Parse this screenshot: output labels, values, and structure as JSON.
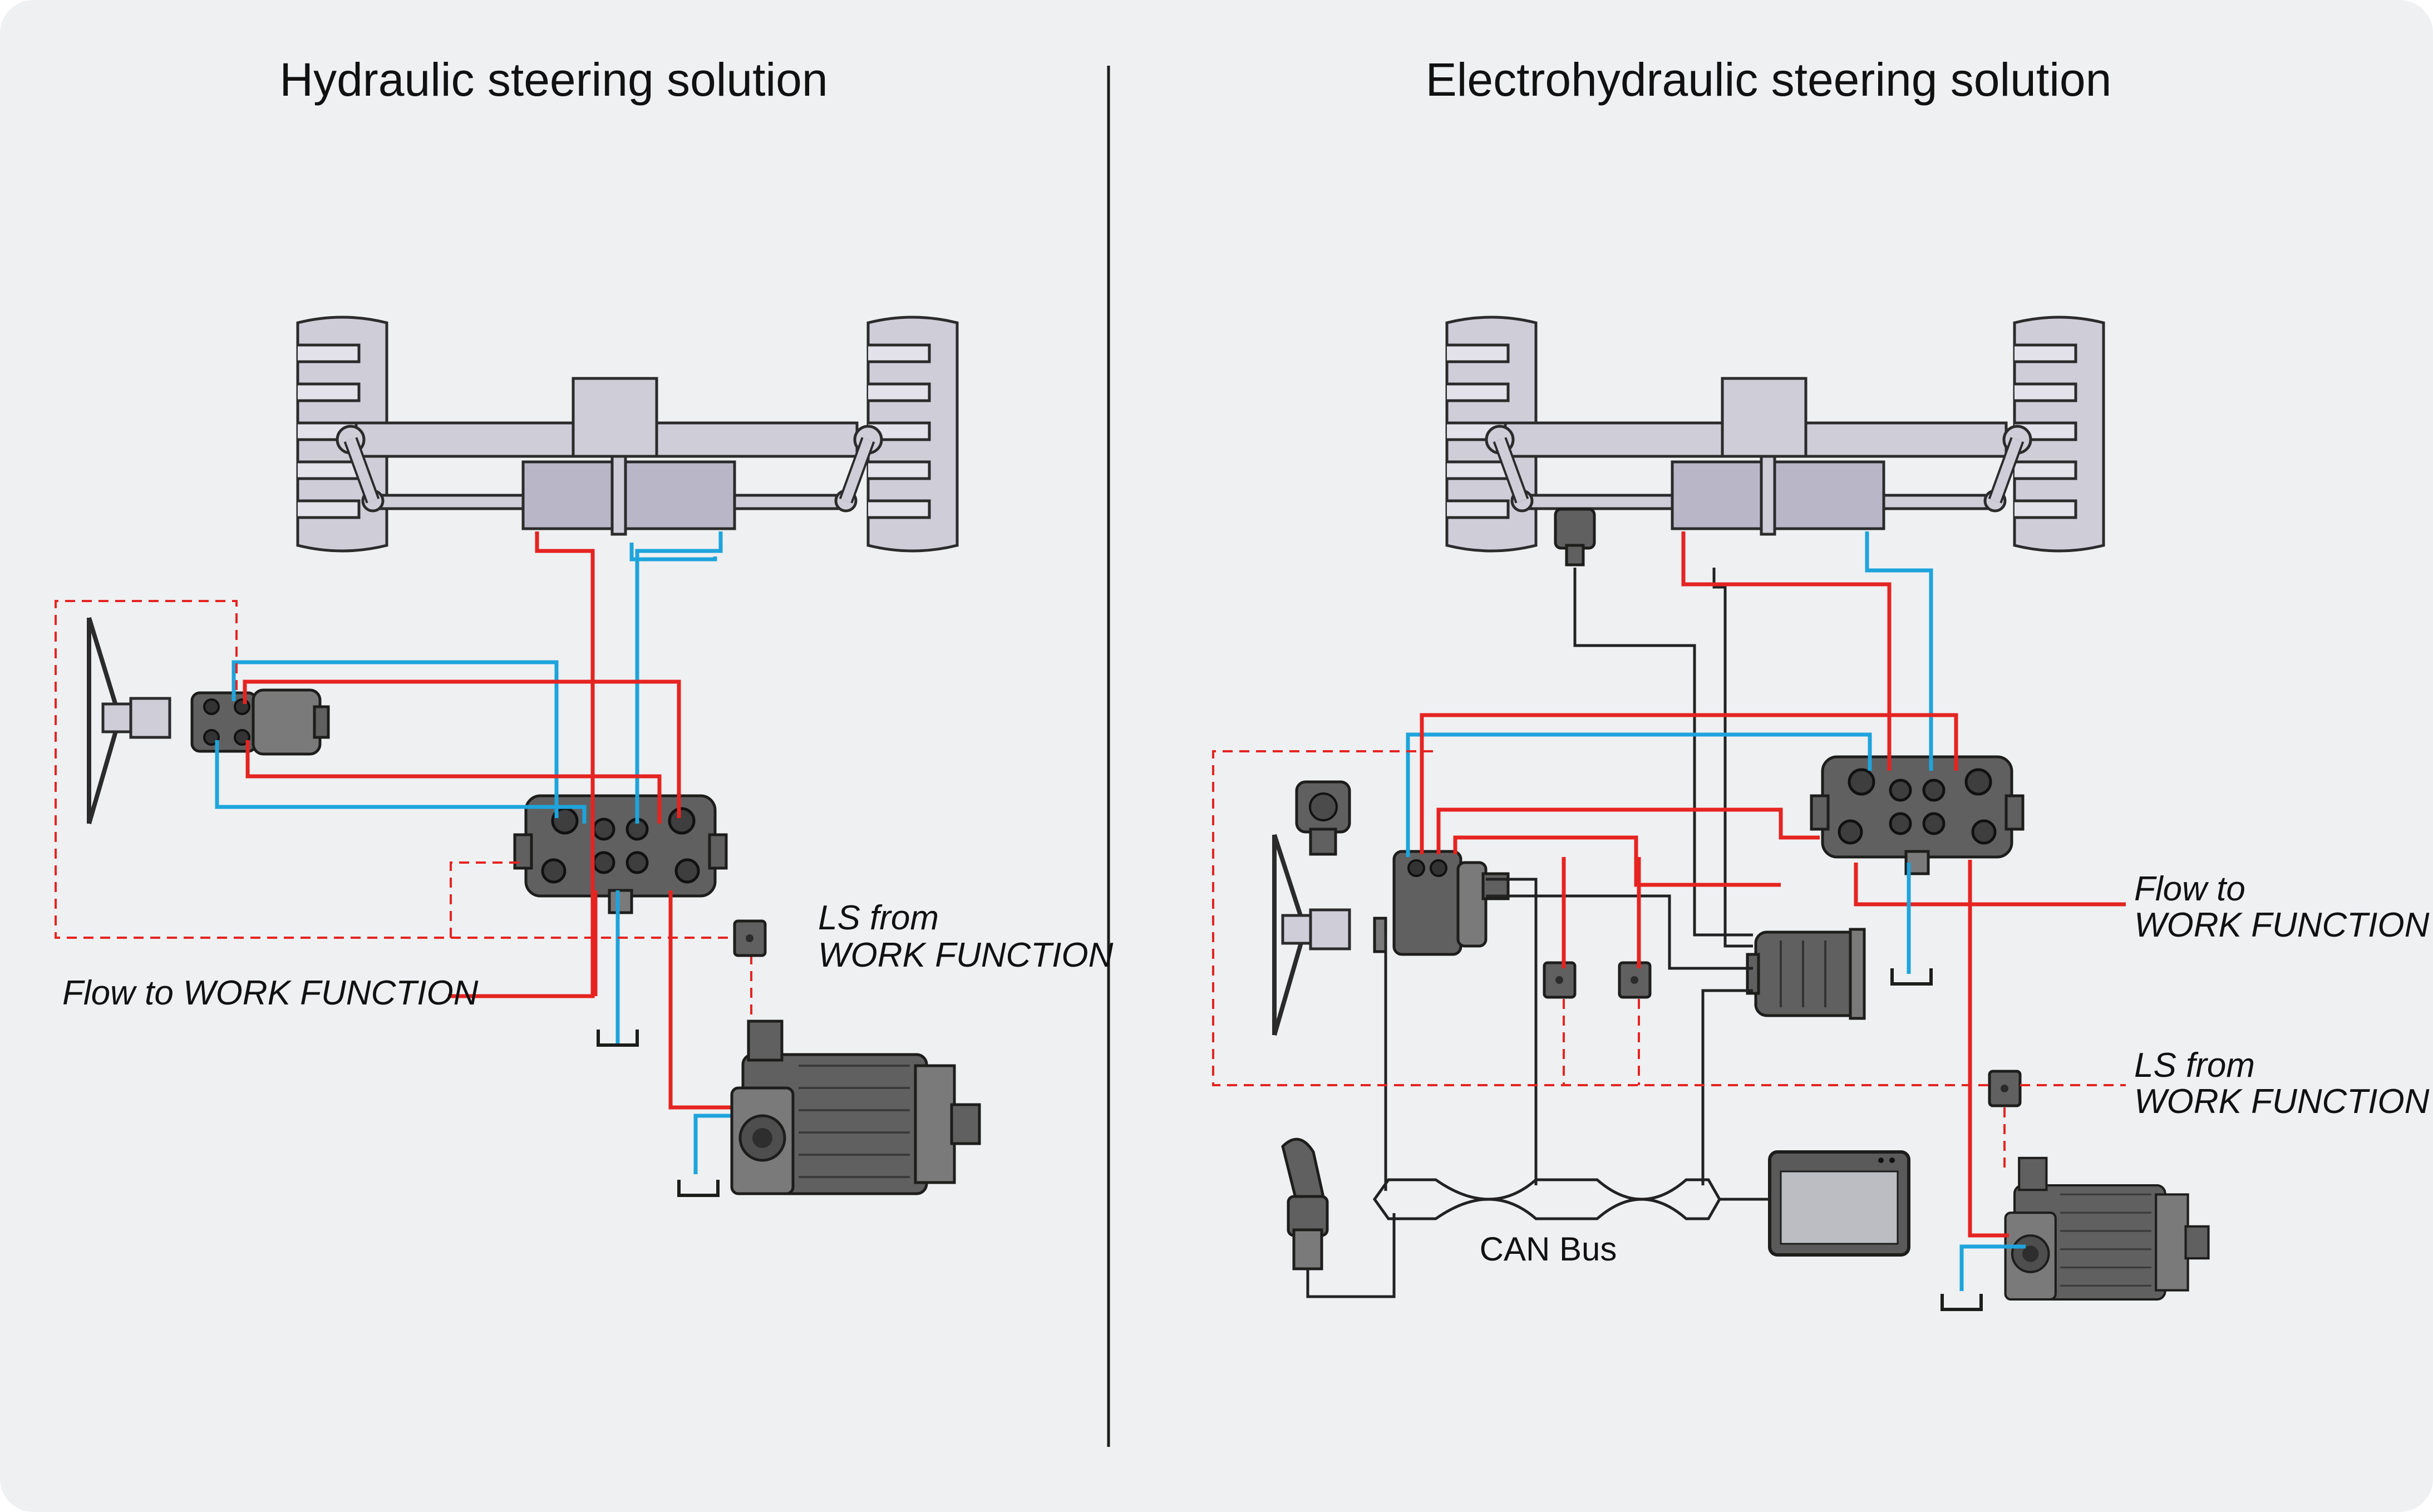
{
  "left": {
    "title": "Hydraulic steering solution",
    "ls_label_1": "LS from",
    "ls_label_2": "WORK FUNCTION",
    "flow_label": "Flow to WORK FUNCTION"
  },
  "right": {
    "title": "Electrohydraulic steering solution",
    "flow_label_1": "Flow to",
    "flow_label_2": "WORK FUNCTION",
    "ls_label_1": "LS from",
    "ls_label_2": "WORK FUNCTION",
    "can_label": "CAN Bus"
  },
  "colors": {
    "pressure_line": "#e52421",
    "return_line": "#1ea4dc",
    "signal_line": "#222222",
    "background": "#eff0f2"
  },
  "icons": [
    "steering-wheel-icon",
    "steering-unit-icon",
    "priority-valve-icon",
    "pump-icon",
    "axle-icon",
    "joystick-icon",
    "display-icon",
    "sensor-icon",
    "controller-icon",
    "motor-icon",
    "tank-icon"
  ]
}
